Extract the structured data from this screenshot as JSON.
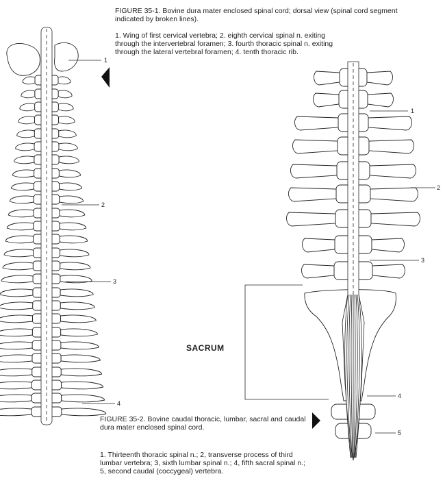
{
  "figure1": {
    "caption": "FIGURE 35-1.  Bovine dura mater enclosed spinal cord; dorsal view (spinal cord segment indicated by broken lines).",
    "legend": "1.  Wing of first cervical vertebra; 2.  eighth cervical spinal n. exiting through the intervertebral foramen; 3.  fourth thoracic spinal n. exiting through the lateral vertebral foramen; 4.  tenth thoracic rib.",
    "callouts": [
      "1",
      "2",
      "3",
      "4"
    ]
  },
  "figure2": {
    "caption": "FIGURE 35-2.  Bovine caudal thoracic, lumbar, sacral and caudal dura mater enclosed spinal cord.",
    "legend": "1.  Thirteenth thoracic spinal n.; 2, transverse process of third lumbar vertebra; 3, sixth lumbar spinal n.; 4, fifth sacral spinal n.; 5, second caudal (coccygeal) vertebra.",
    "callouts": [
      "1",
      "2",
      "3",
      "4",
      "5"
    ],
    "region_label": "SACRUM"
  }
}
